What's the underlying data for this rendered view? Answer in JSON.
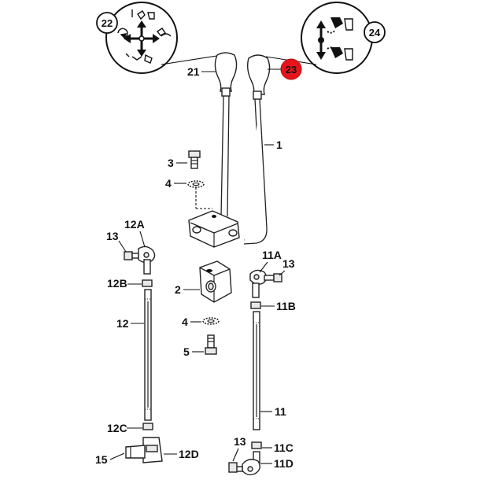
{
  "diagram": {
    "callouts": {
      "c22": "22",
      "c23": "23",
      "c24": "24",
      "c21": "21",
      "c1": "1",
      "c3": "3",
      "c4a": "4",
      "c12a": "12A",
      "c13a": "13",
      "c11a": "11A",
      "c13b": "13",
      "c12b": "12B",
      "c2": "2",
      "c11b": "11B",
      "c4b": "4",
      "c12": "12",
      "c5": "5",
      "c11": "11",
      "c12c": "12C",
      "c13c": "13",
      "c11c": "11C",
      "c15": "15",
      "c12d": "12D",
      "c11d": "11D"
    },
    "highlight_color": "#e8141b"
  }
}
